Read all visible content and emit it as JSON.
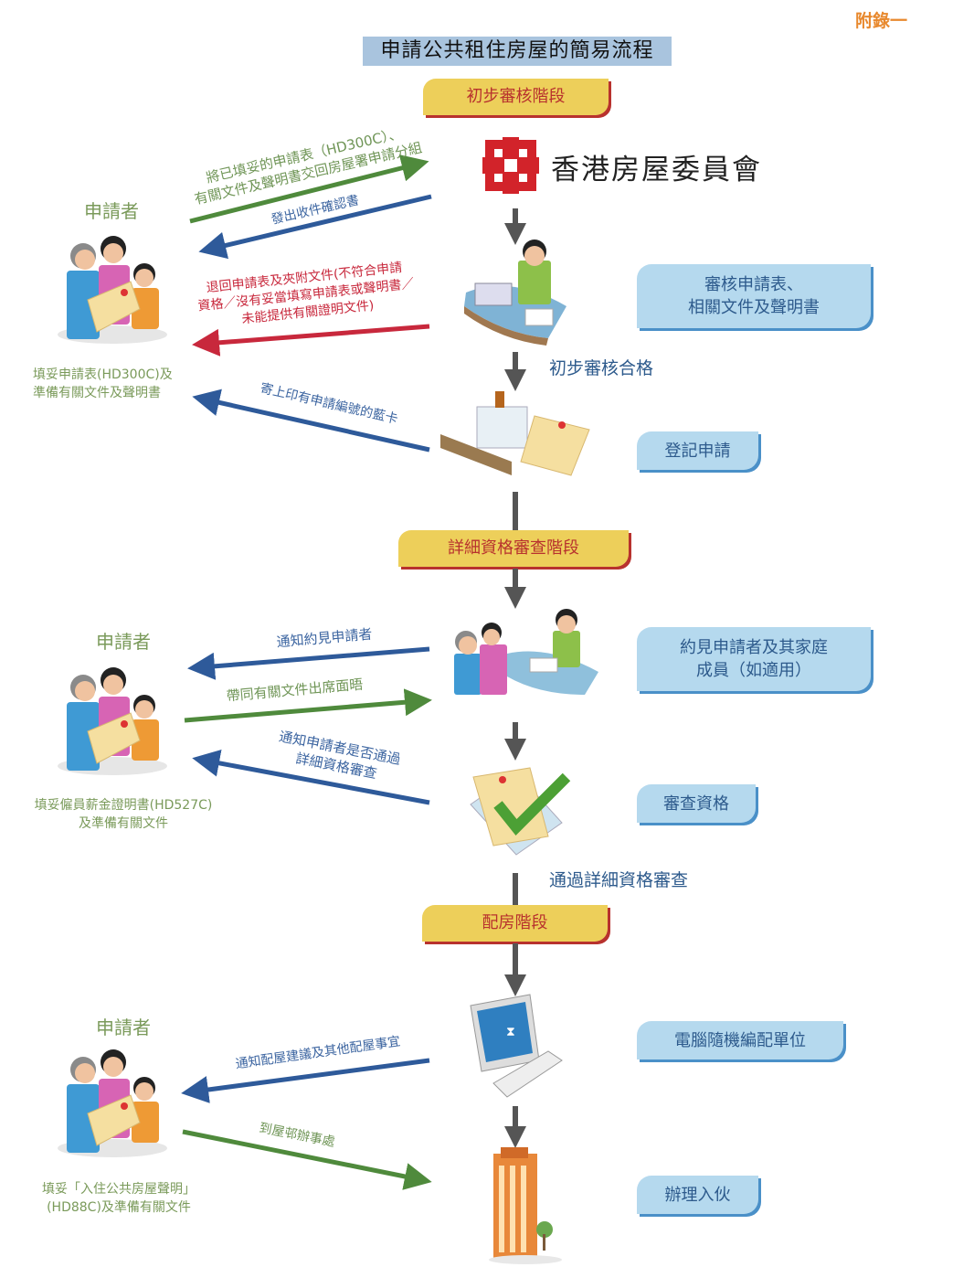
{
  "appendix_label": "附錄一",
  "title": "申請公共租住房屋的簡易流程",
  "organization": "香港房屋委員會",
  "colors": {
    "stage_fill": "#EDCF5A",
    "stage_text": "#B8322E",
    "box_fill": "#B5D9EE",
    "box_text": "#2D5A8C",
    "green": "#4F8A3C",
    "blue": "#2E5A9A",
    "red": "#C8283C"
  },
  "stages": [
    {
      "label": "初步審核階段"
    },
    {
      "label": "詳細資格審查階段"
    },
    {
      "label": "配房階段"
    }
  ],
  "steps": [
    {
      "line1": "審核申請表、",
      "line2": "相關文件及聲明書"
    },
    {
      "line1": "登記申請"
    },
    {
      "line1": "約見申請者及其家庭",
      "line2": "成員（如適用）"
    },
    {
      "line1": "審查資格"
    },
    {
      "line1": "電腦隨機編配單位"
    },
    {
      "line1": "辦理入伙"
    }
  ],
  "results": [
    "初步審核合格",
    "通過詳細資格審查"
  ],
  "applicant_label": "申請者",
  "captions": [
    {
      "line1": "填妥申請表(HD300C)及",
      "line2": "準備有關文件及聲明書"
    },
    {
      "line1": "填妥僱員薪金證明書(HD527C)",
      "line2": "及準備有關文件"
    },
    {
      "line1": "填妥「入住公共房屋聲明」",
      "line2": "(HD88C)及準備有關文件"
    }
  ],
  "arrows": {
    "submit": {
      "line1": "將已填妥的申請表（HD300C）、",
      "line2": "有關文件及聲明書交回房屋署申請分組"
    },
    "ack": "發出收件確認書",
    "return": {
      "line1": "退回申請表及夾附文件(不符合申請",
      "line2": "資格／沒有妥當填寫申請表或聲明書／",
      "line3": "未能提供有關證明文件)"
    },
    "bluecard": "寄上印有申請編號的藍卡",
    "notify_interview": "通知約見申請者",
    "attend": "帶同有關文件出席面晤",
    "notify_result": {
      "line1": "通知申請者是否通過",
      "line2": "詳細資格審查"
    },
    "notify_allocation": "通知配屋建議及其他配屋事宜",
    "go_office": "到屋邨辦事處"
  }
}
